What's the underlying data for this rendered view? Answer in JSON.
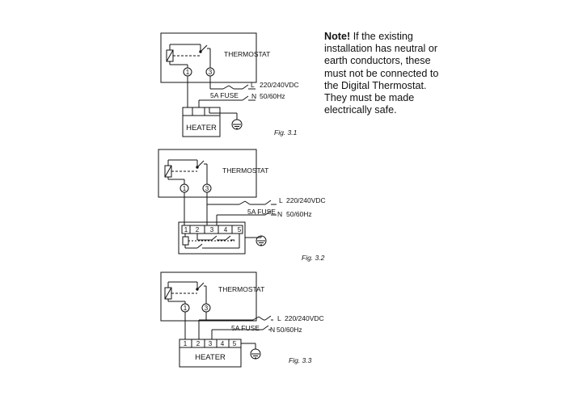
{
  "note": {
    "heading": "Note!",
    "body": "If the existing installation has neutral or earth conductors, these must not be connected to the Digital Thermostat. They must be made electrically safe."
  },
  "labels": {
    "thermostat": "THERMOSTAT",
    "fuse": "5A FUSE",
    "voltage": "220/240VDC",
    "frequency": "50/60Hz",
    "live": "L",
    "neutral": "N",
    "heater": "HEATER"
  },
  "terminals": {
    "thermostat_1": "1",
    "thermostat_3": "3",
    "block": [
      "1",
      "2",
      "3",
      "4",
      "5"
    ]
  },
  "figures": {
    "fig1": "Fig. 3.1",
    "fig2": "Fig. 3.2",
    "fig3": "Fig. 3.3"
  },
  "colors": {
    "ink": "#111111",
    "background": "#ffffff"
  }
}
